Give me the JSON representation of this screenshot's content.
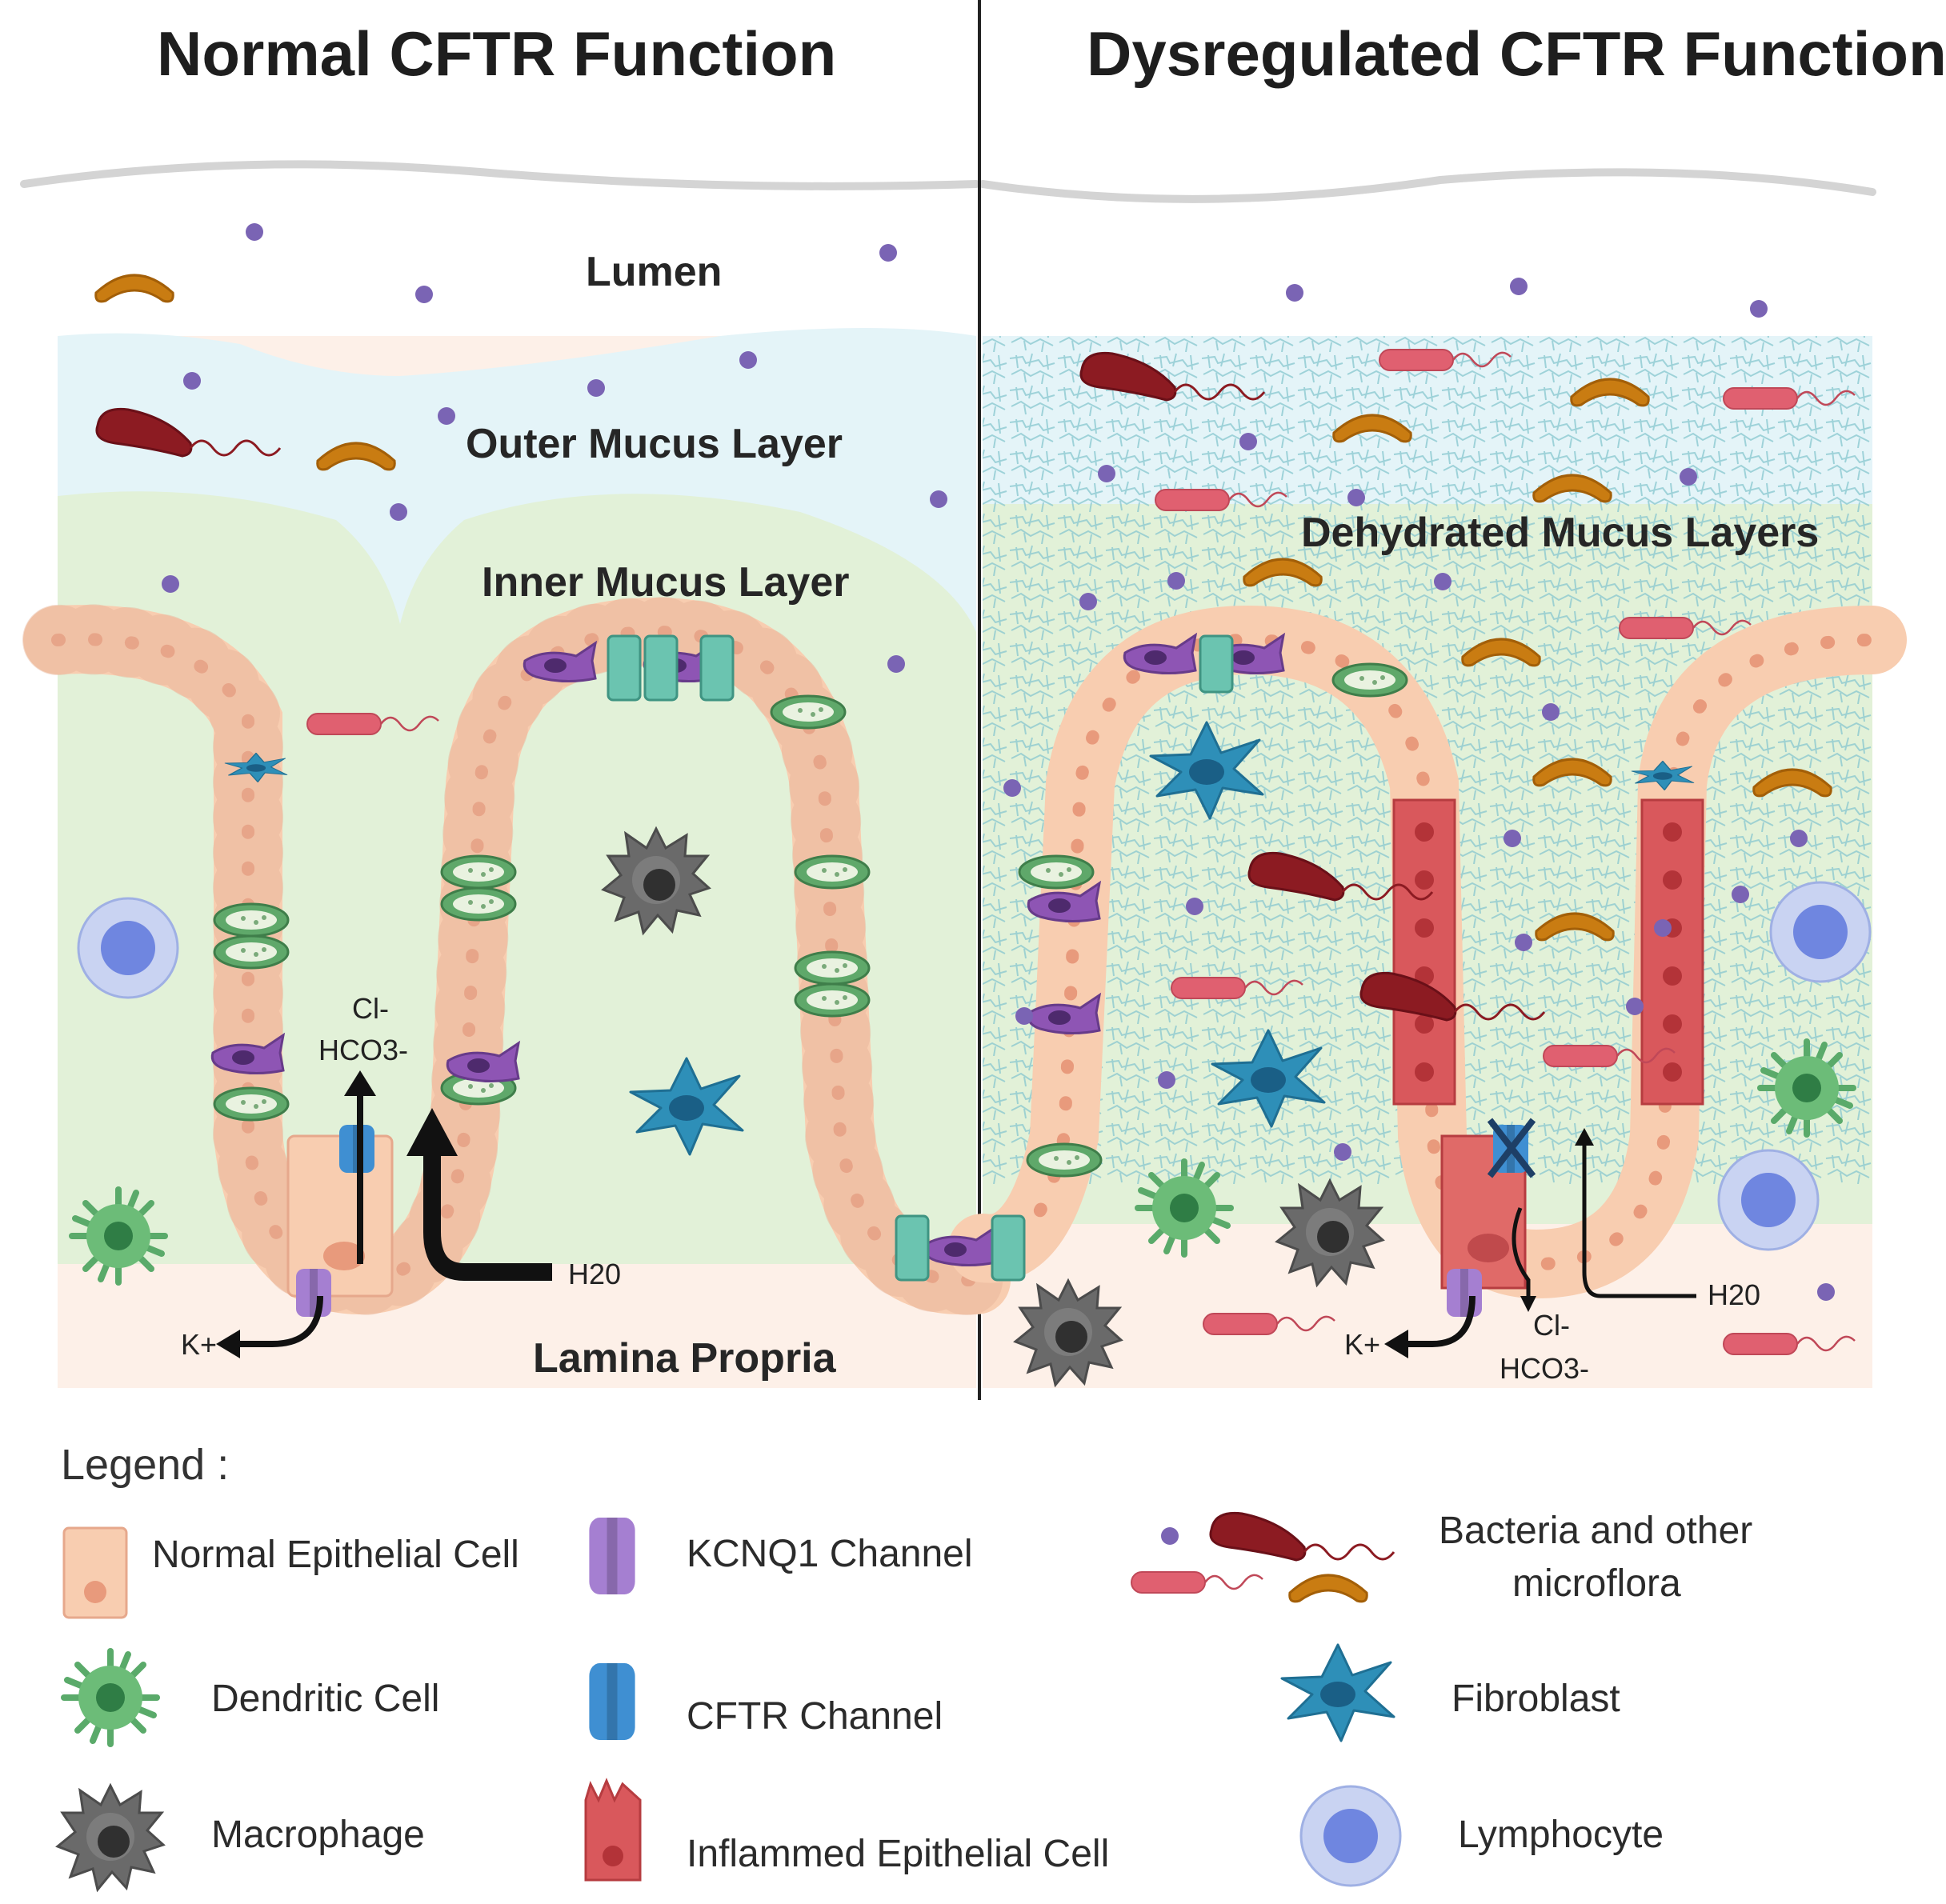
{
  "titles": {
    "normal": "Normal CFTR Function",
    "dysregulated": "Dysregulated CFTR Function"
  },
  "regions": {
    "lumen": "Lumen",
    "outer_mucus": "Outer Mucus Layer",
    "inner_mucus": "Inner  Mucus Layer",
    "dehydrated": "Dehydrated Mucus Layers",
    "lamina": "Lamina Propria"
  },
  "ions": {
    "cl": "Cl-",
    "hco3": "HCO3-",
    "water": "H20",
    "k": "K+"
  },
  "legend": {
    "title": "Legend :",
    "items": [
      {
        "label": "Normal Epithelial Cell",
        "icon": "normal-epithelial-cell-icon"
      },
      {
        "label": "KCNQ1 Channel",
        "icon": "kcnq1-channel-icon"
      },
      {
        "label": "Bacteria and other",
        "icon": "bacteria-icon"
      },
      {
        "label": "microflora",
        "icon": "bacteria-icon"
      },
      {
        "label": "Dendritic Cell",
        "icon": "dendritic-cell-icon"
      },
      {
        "label": "CFTR Channel",
        "icon": "cftr-channel-icon"
      },
      {
        "label": "Fibroblast",
        "icon": "fibroblast-icon"
      },
      {
        "label": "Macrophage",
        "icon": "macrophage-icon"
      },
      {
        "label": "Inflammed Epithelial Cell",
        "icon": "inflamed-epithelial-cell-icon"
      },
      {
        "label": "Lymphocyte",
        "icon": "lymphocyte-icon"
      }
    ]
  },
  "colors": {
    "lumen_bg": "#ffffff",
    "outer_mucus": "#e4f4f8",
    "inner_mucus": "#e2f1d8",
    "lamina": "#fdf0e8",
    "epithelial": "#f8cdb0",
    "epithelial_nucleus": "#e89a7c",
    "inflamed": "#d9585c",
    "goblet": "#7ab77a",
    "kcnq1": "#a57fd1",
    "cftr": "#3f8fd2",
    "fibroblast": "#2e8fb8",
    "dendritic": "#5aaa6a",
    "macrophage": "#5a5a5a",
    "lymphocyte": "#9aaee8",
    "bacteria_dark": "#8c1b22",
    "bacteria_orange": "#c97c12",
    "bacteria_pink": "#e06070",
    "purple_dot": "#7a64b4"
  }
}
